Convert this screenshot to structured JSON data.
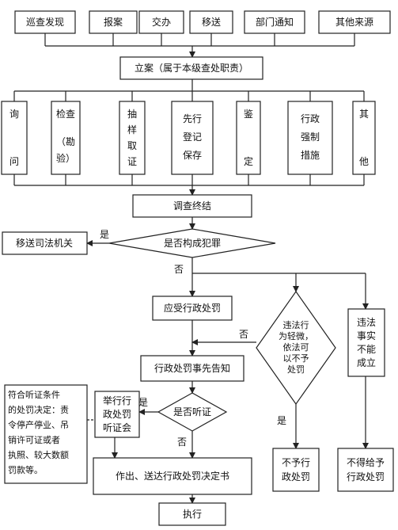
{
  "sources": [
    "巡查发现",
    "报案",
    "交办",
    "移送",
    "部门通知",
    "其他来源"
  ],
  "filing": "立案（属于本级查处职责）",
  "methods": [
    [
      "询",
      "问"
    ],
    [
      "检查",
      "（勘",
      "验）"
    ],
    [
      "抽",
      "样",
      "取",
      "证"
    ],
    [
      "先行",
      "登记",
      "保存"
    ],
    [
      "鉴",
      "定"
    ],
    [
      "行政",
      "强制",
      "措施"
    ],
    [
      "其",
      "他"
    ]
  ],
  "investigation_end": "调查终结",
  "crime_question": "是否构成犯罪",
  "transfer_judicial": "移送司法机关",
  "yes": "是",
  "no": "否",
  "should_punish": "应受行政处罚",
  "minor_question": [
    "违法行",
    "为轻微，",
    "依法可",
    "以不予",
    "处罚"
  ],
  "facts_unclear": [
    "违法",
    "事实",
    "不能",
    "成立"
  ],
  "prior_notice": "行政处罚事先告知",
  "hearing_question": "是否听证",
  "hold_hearing": [
    "举行行",
    "政处罚",
    "听证会"
  ],
  "hearing_conditions": [
    "符合听证条件",
    "的处罚决定：责",
    "令停产停业、吊",
    "销许可证或者",
    "执照、较大数额",
    "罚款等。"
  ],
  "issue_decision": "作出、送达行政处罚决定书",
  "no_punishment": [
    "不予行",
    "政处罚"
  ],
  "no_admin_punishment": [
    "不得给予",
    "行政处罚"
  ],
  "execute": "执行"
}
